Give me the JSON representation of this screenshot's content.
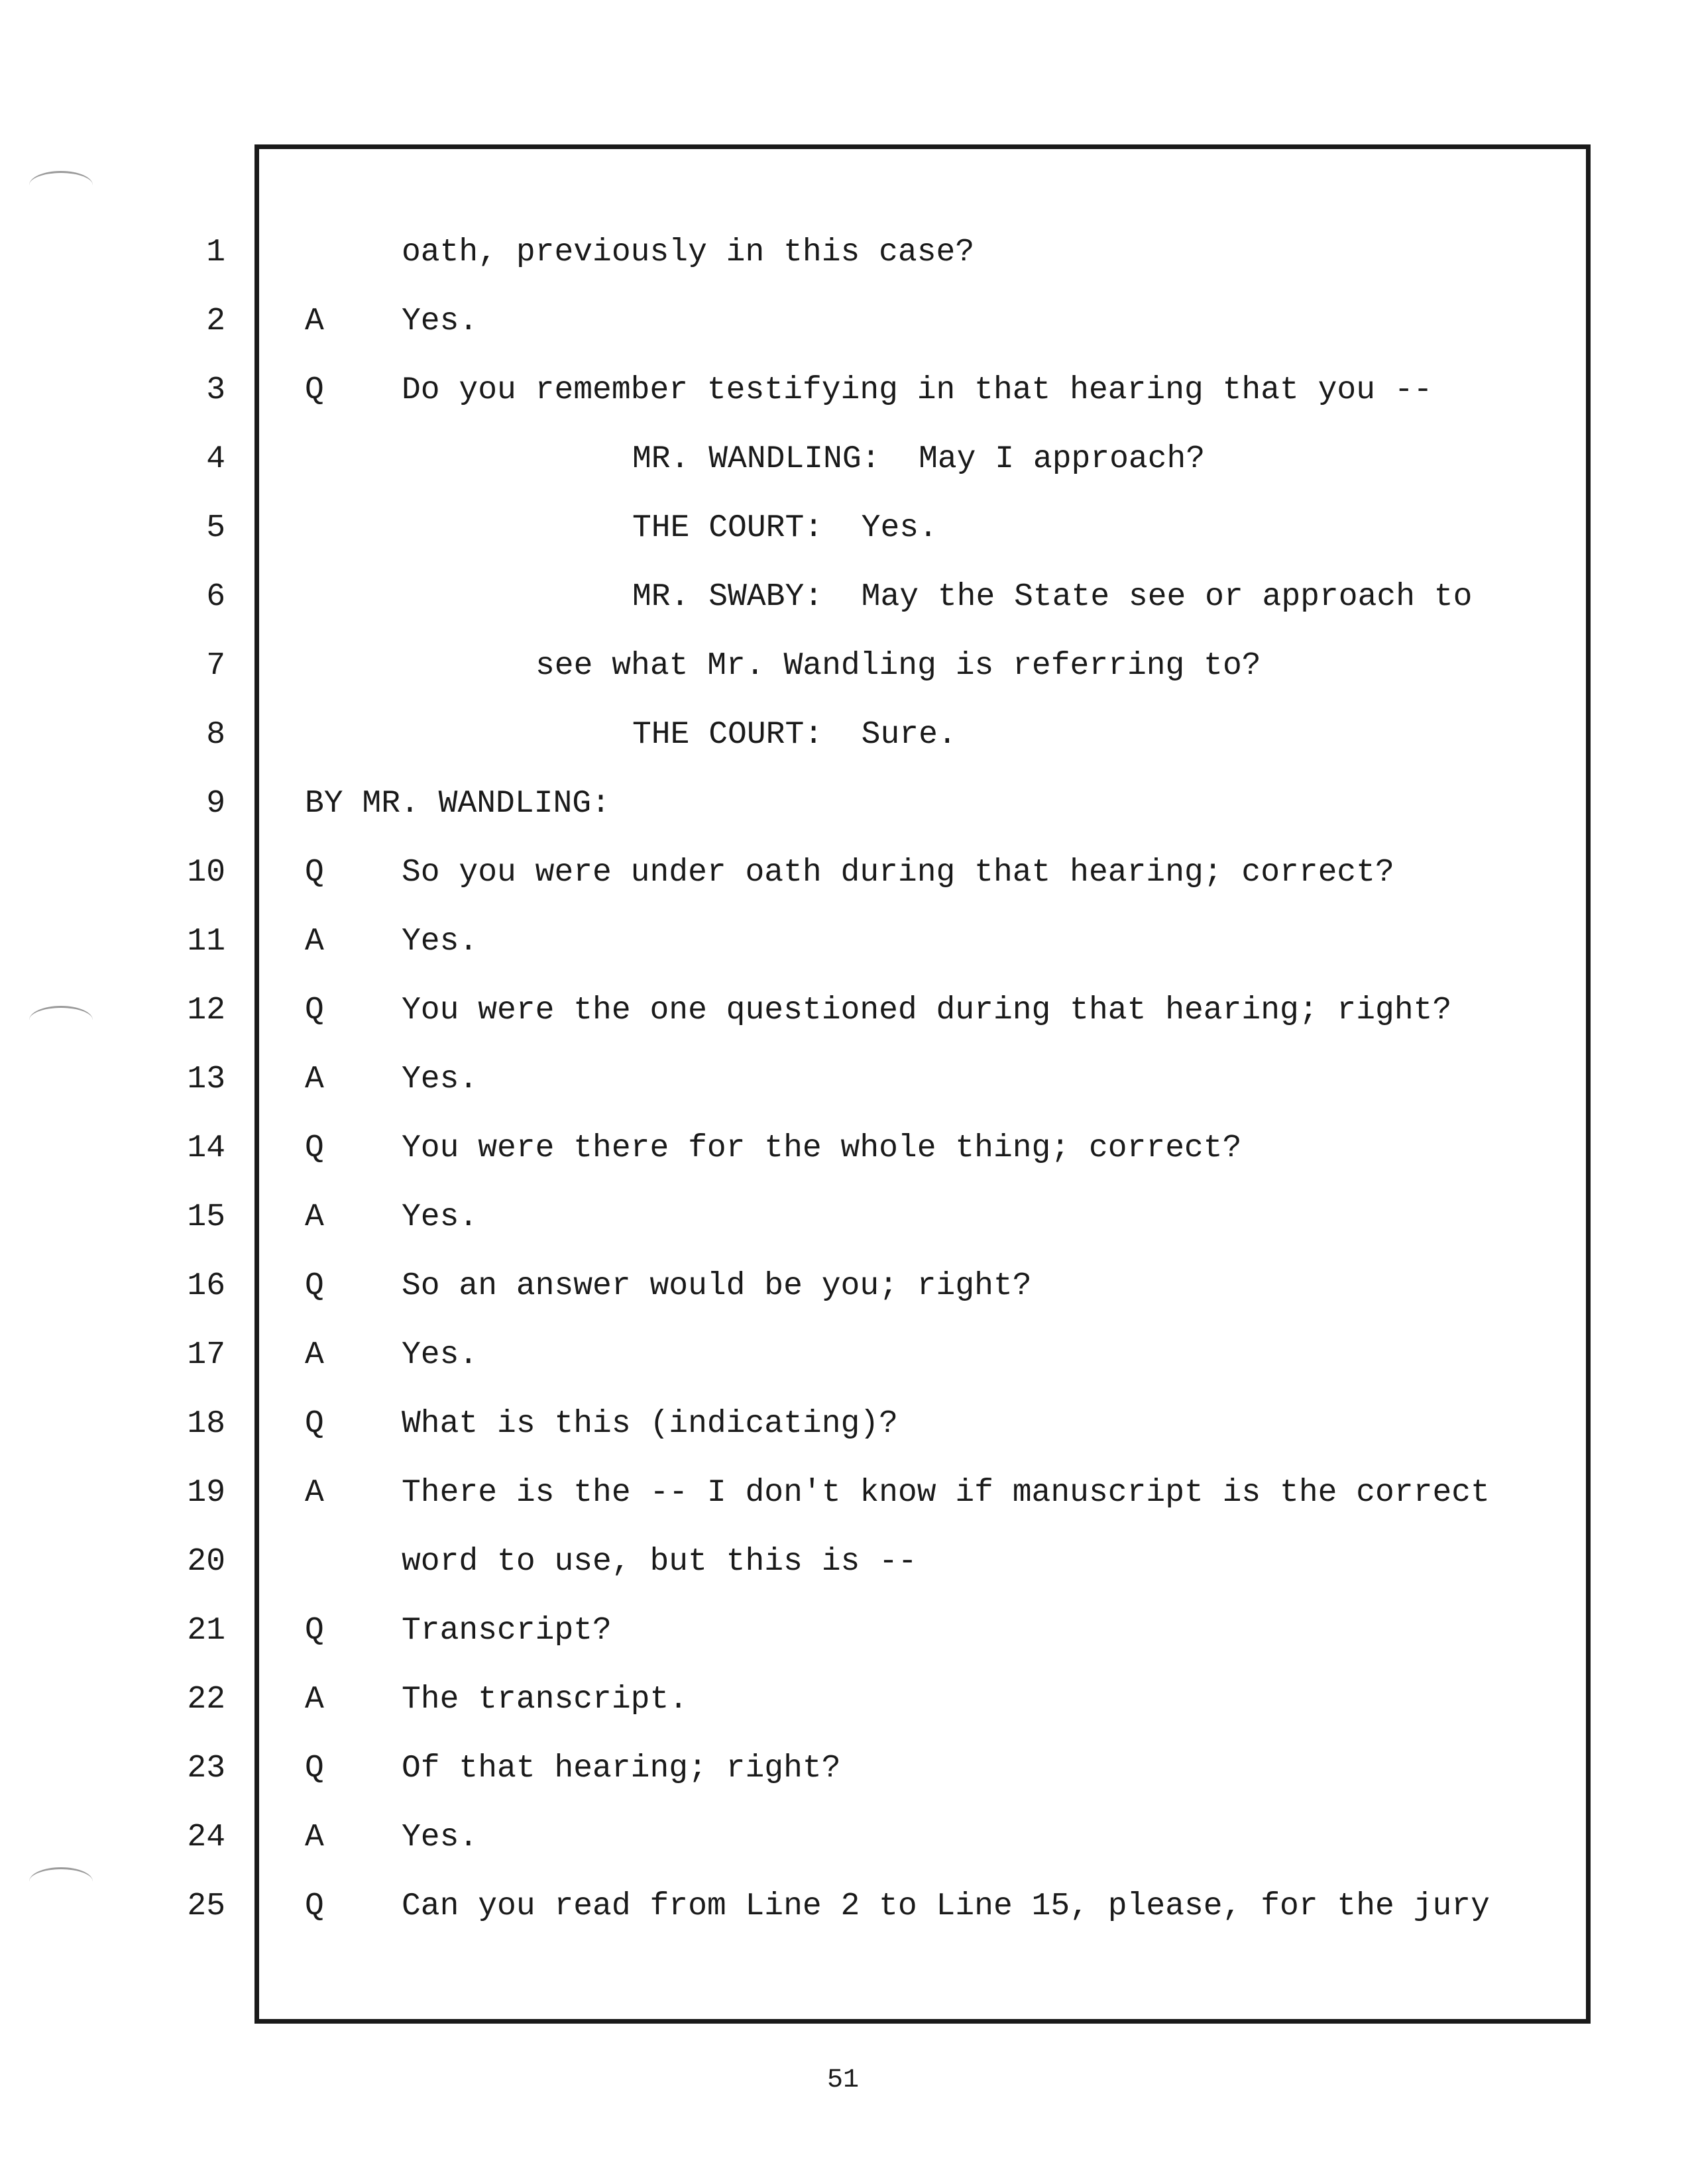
{
  "transcript": {
    "lines": [
      {
        "number": "1",
        "speaker": "",
        "text": "oath, previously in this case?"
      },
      {
        "number": "2",
        "speaker": "A",
        "text": "Yes."
      },
      {
        "number": "3",
        "speaker": "Q",
        "text": "Do you remember testifying in that hearing that you --"
      },
      {
        "number": "4",
        "speaker": "",
        "text": "MR. WANDLING:  May I approach?"
      },
      {
        "number": "5",
        "speaker": "",
        "text": "THE COURT:  Yes."
      },
      {
        "number": "6",
        "speaker": "",
        "text": "MR. SWABY:  May the State see or approach to"
      },
      {
        "number": "7",
        "speaker": "",
        "text": "see what Mr. Wandling is referring to?"
      },
      {
        "number": "8",
        "speaker": "",
        "text": "THE COURT:  Sure."
      },
      {
        "number": "9",
        "speaker": "",
        "text": "BY MR. WANDLING:"
      },
      {
        "number": "10",
        "speaker": "Q",
        "text": "So you were under oath during that hearing; correct?"
      },
      {
        "number": "11",
        "speaker": "A",
        "text": "Yes."
      },
      {
        "number": "12",
        "speaker": "Q",
        "text": "You were the one questioned during that hearing; right?"
      },
      {
        "number": "13",
        "speaker": "A",
        "text": "Yes."
      },
      {
        "number": "14",
        "speaker": "Q",
        "text": "You were there for the whole thing; correct?"
      },
      {
        "number": "15",
        "speaker": "A",
        "text": "Yes."
      },
      {
        "number": "16",
        "speaker": "Q",
        "text": "So an answer would be you; right?"
      },
      {
        "number": "17",
        "speaker": "A",
        "text": "Yes."
      },
      {
        "number": "18",
        "speaker": "Q",
        "text": "What is this (indicating)?"
      },
      {
        "number": "19",
        "speaker": "A",
        "text": "There is the -- I don't know if manuscript is the correct"
      },
      {
        "number": "20",
        "speaker": "",
        "text": "word to use, but this is --"
      },
      {
        "number": "21",
        "speaker": "Q",
        "text": "Transcript?"
      },
      {
        "number": "22",
        "speaker": "A",
        "text": "The transcript."
      },
      {
        "number": "23",
        "speaker": "Q",
        "text": "Of that hearing; right?"
      },
      {
        "number": "24",
        "speaker": "A",
        "text": "Yes."
      },
      {
        "number": "25",
        "speaker": "Q",
        "text": "Can you read from Line 2 to Line 15, please, for the jury"
      }
    ]
  },
  "footer": {
    "page_number": "51"
  }
}
